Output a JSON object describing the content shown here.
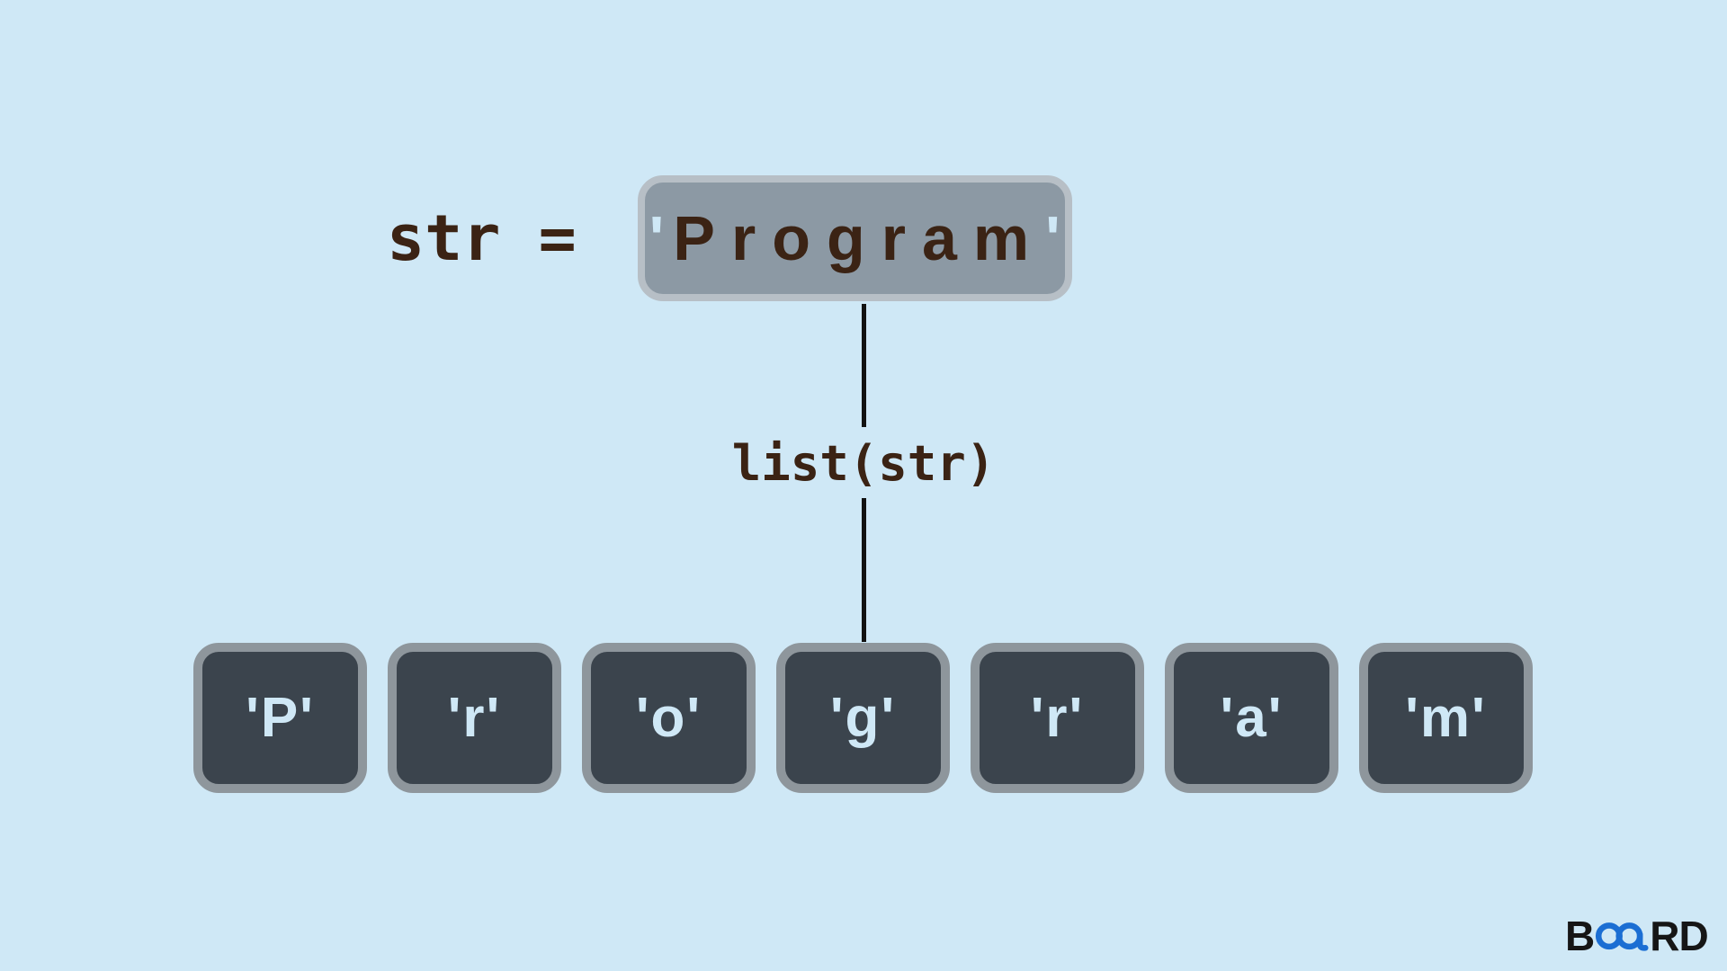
{
  "diagram": {
    "assignment": {
      "variable_label": "str =",
      "open_quote": "'",
      "string_value": "Program",
      "close_quote": "'"
    },
    "function_label": "list(str)",
    "characters": [
      "'P'",
      "'r'",
      "'o'",
      "'g'",
      "'r'",
      "'a'",
      "'m'"
    ]
  },
  "logo": {
    "prefix": "B",
    "suffix": "RD",
    "icon": "infinity-icon"
  },
  "colors": {
    "background": "#cfe8f6",
    "string_box_fill": "#8c99a4",
    "string_box_border": "#b7bfc6",
    "char_box_fill": "#3b444d",
    "char_box_border": "#8e969c",
    "code_text_brown": "#3b2314",
    "char_text_light_blue": "#cfe8f6",
    "connector_line": "#121212",
    "logo_black": "#161616",
    "logo_blue": "#1b6ed3"
  }
}
